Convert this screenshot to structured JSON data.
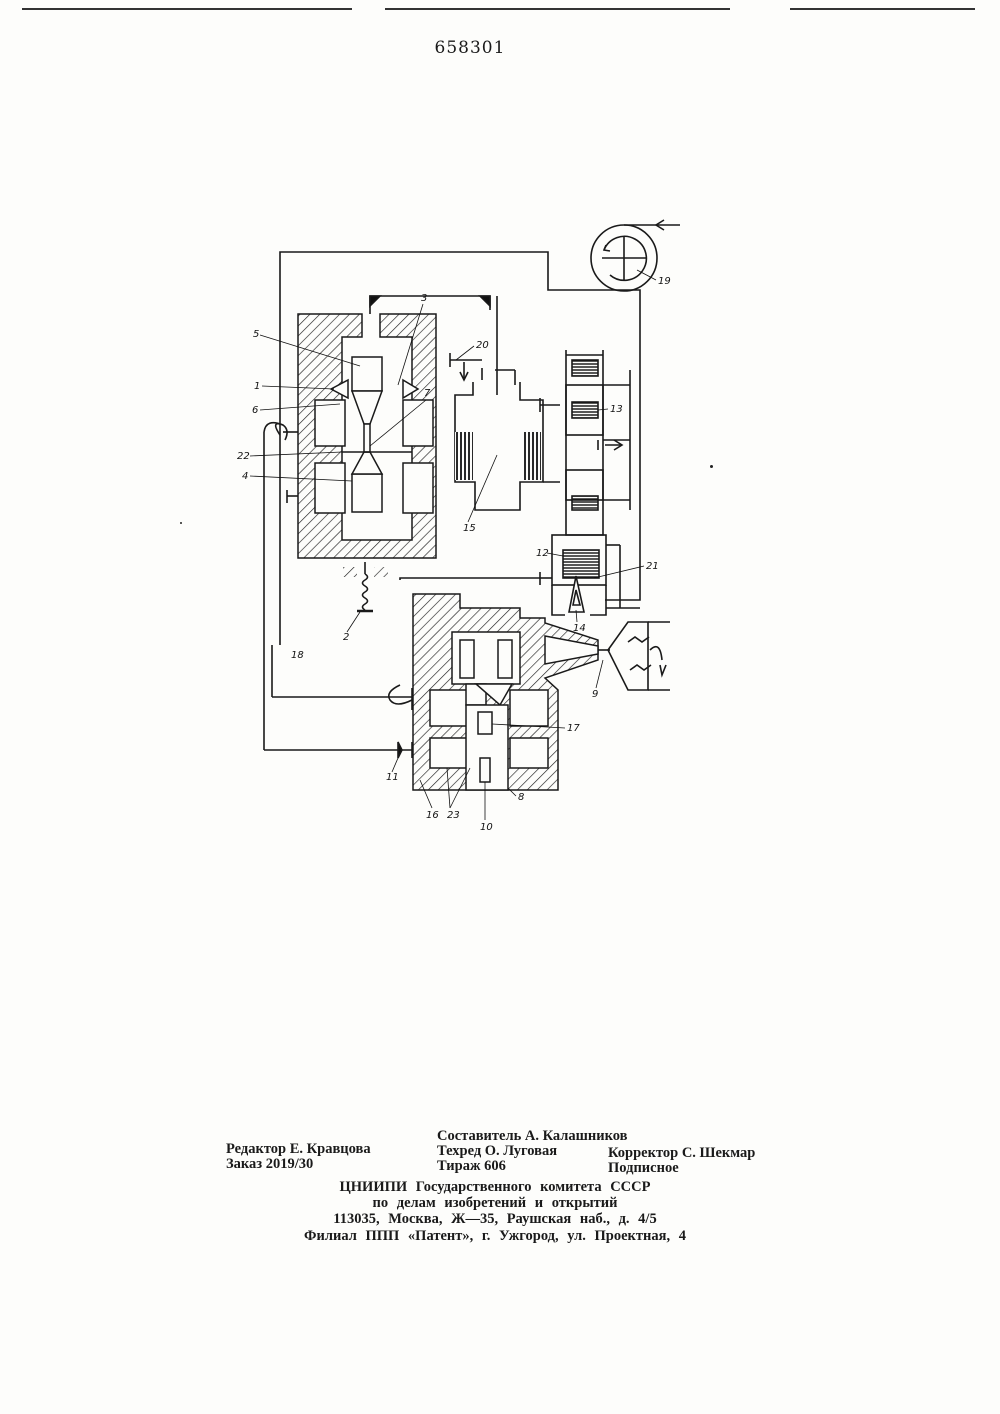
{
  "patent_number": "658301",
  "figure_labels": {
    "l1": "1",
    "l2": "2",
    "l3": "3",
    "l4": "4",
    "l5": "5",
    "l6": "6",
    "l7": "7",
    "l8": "8",
    "l9": "9",
    "l10": "10",
    "l11": "11",
    "l12": "12",
    "l13": "13",
    "l14": "14",
    "l15": "15",
    "l16": "16",
    "l17": "17",
    "l18": "18",
    "l19": "19",
    "l20": "20",
    "l21": "21",
    "l22": "22",
    "l23": "23"
  },
  "colophon": {
    "editor": "Редактор Е. Кравцова",
    "compiler": "Составитель А. Калашников",
    "tech_editor": "Техред О. Луговая",
    "corrector": "Корректор С. Шекмар",
    "order": "Заказ 2019/30",
    "circulation": "Тираж 606",
    "subscription": "Подписное",
    "org_line1": "ЦНИИПИ Государственного комитета СССР",
    "org_line2": "по делам изобретений и открытий",
    "org_line3": "113035, Москва, Ж—35, Раушская наб., д. 4/5",
    "org_line4": "Филиал ППП «Патент», г. Ужгород, ул. Проектная, 4"
  }
}
